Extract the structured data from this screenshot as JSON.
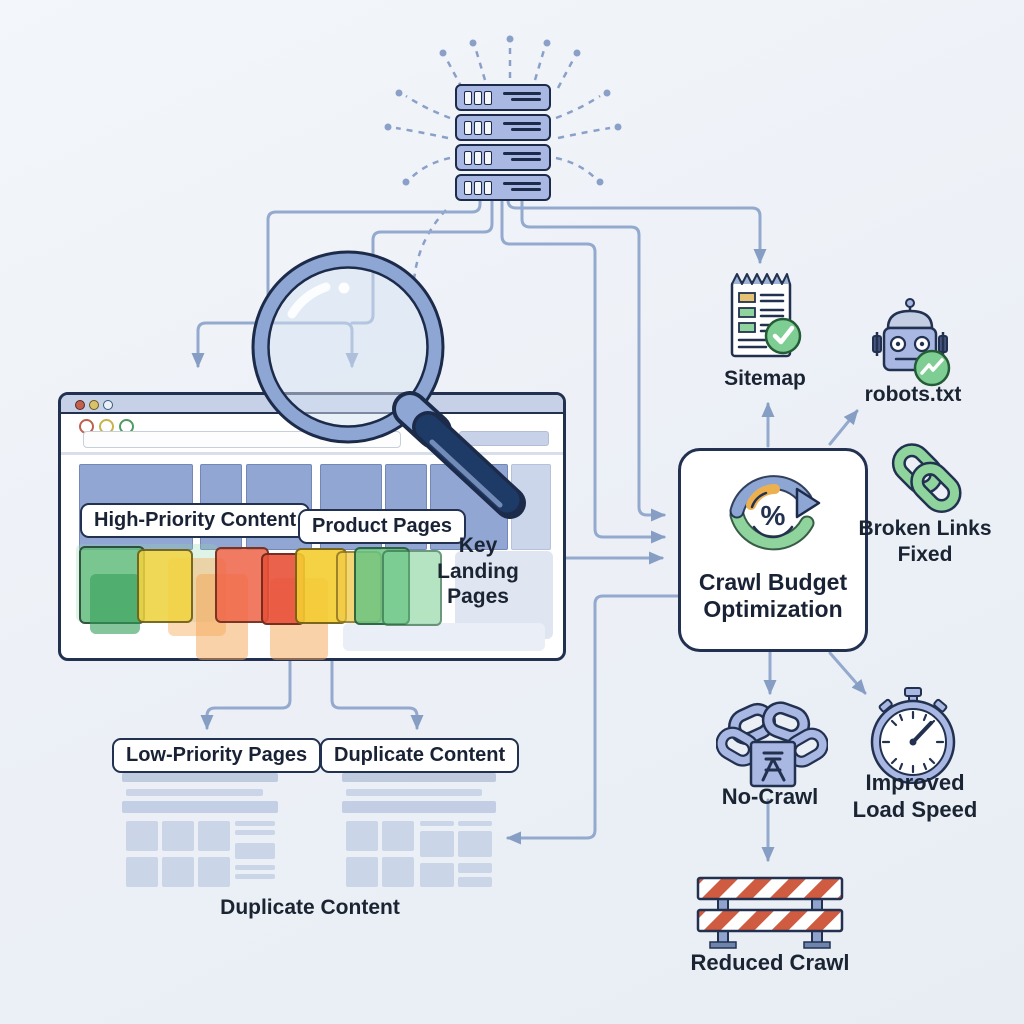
{
  "diagram_title": "Crawl Budget Optimization",
  "palette": {
    "connector_blue": "#93a9ce",
    "outline_navy": "#223150",
    "server_fill": "#a9b8e3",
    "badge_green": "#7ecd92",
    "chain_green": "#8fd49c",
    "barrier_red": "#cf5b40",
    "block_blue": "#92a6d4",
    "square_green": "#4caf6e",
    "square_yellow": "#f0cf3e",
    "square_orange": "#f0a050",
    "square_red": "#e8503a"
  },
  "browser": {
    "high_priority": "High-Priority Content",
    "product_pages": "Product Pages",
    "key_landing": [
      "Key Landing",
      "Pages"
    ]
  },
  "bottom": {
    "low_priority": "Low-Priority Pages",
    "duplicate_chip": "Duplicate Content",
    "caption": "Duplicate Content"
  },
  "box": {
    "title": [
      "Crawl Budget",
      "Optimization"
    ]
  },
  "right": {
    "sitemap": "Sitemap",
    "robots": "robots.txt",
    "broken": [
      "Broken Links",
      "Fixed"
    ],
    "no_crawl": "No-Crawl",
    "improved": [
      "Improved",
      "Load Speed"
    ],
    "reduced": "Reduced Crawl"
  }
}
